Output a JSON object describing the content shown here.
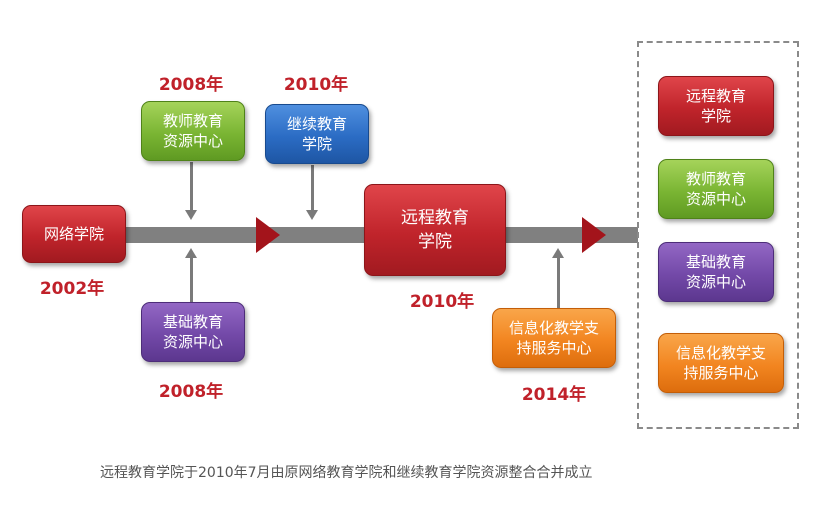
{
  "timeline": {
    "wangluo": {
      "label": "网络学院",
      "year": "2002年"
    },
    "jiaoshi": {
      "label": "教师教育\n资源中心",
      "year": "2008年"
    },
    "jichu": {
      "label": "基础教育\n资源中心",
      "year": "2008年"
    },
    "jixu": {
      "label": "继续教育\n学院",
      "year": "2010年"
    },
    "yuancheng": {
      "label": "远程教育\n学院",
      "year": "2010年"
    },
    "xinxi": {
      "label": "信息化教学支\n持服务中心",
      "year": "2014年"
    }
  },
  "panel": {
    "items": [
      {
        "label": "远程教育\n学院"
      },
      {
        "label": "教师教育\n资源中心"
      },
      {
        "label": "基础教育\n资源中心"
      },
      {
        "label": "信息化教学支\n持服务中心"
      }
    ]
  },
  "caption": "远程教育学院于2010年7月由原网络教育学院和继续教育学院资源整合合并成立",
  "colors": {
    "red": "#c0242b",
    "green": "#7ab533",
    "blue": "#2b6cc4",
    "purple": "#7349a8",
    "orange": "#f28520",
    "year_text": "#c0212a",
    "bar": "#808080"
  }
}
